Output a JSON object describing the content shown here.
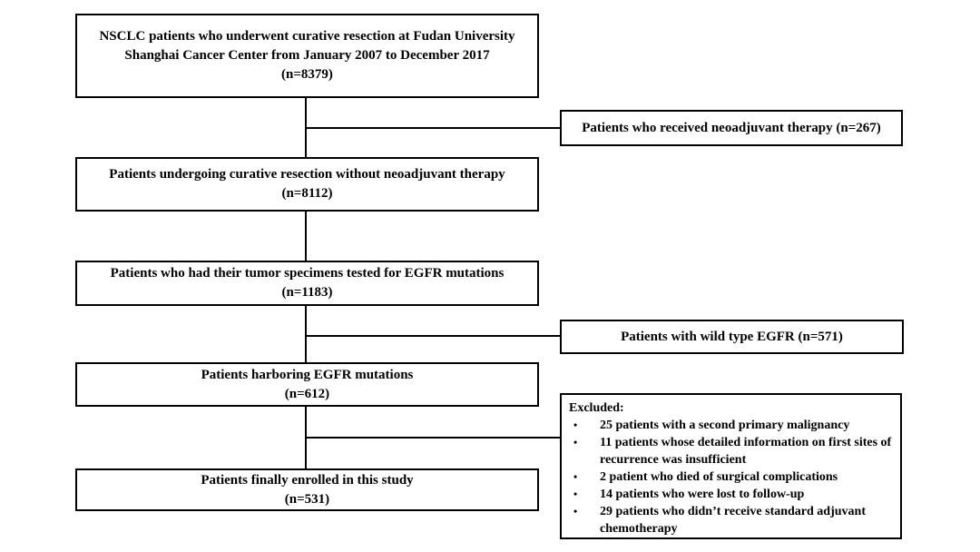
{
  "diagram": {
    "type": "flowchart",
    "colors": {
      "box_border": "#000000",
      "background": "#ffffff",
      "text": "#000000"
    },
    "boxes": {
      "population": {
        "l1": "NSCLC patients who underwent curative resection at Fudan University",
        "l2": "Shanghai Cancer Center from January 2007 to December 2017",
        "n": "(n=8379)"
      },
      "neoadjuvant": {
        "label": "Patients who received neoadjuvant therapy (n=267)"
      },
      "no_neoadjuvant": {
        "l1": "Patients undergoing curative resection without neoadjuvant therapy",
        "n": "(n=8112)"
      },
      "egfr_tested": {
        "l1": "Patients who had their tumor specimens tested for EGFR mutations",
        "n": "(n=1183)"
      },
      "wild_type": {
        "label": "Patients with wild type EGFR (n=571)"
      },
      "egfr_mutations": {
        "l1": "Patients harboring EGFR mutations",
        "n": "(n=612)"
      },
      "excluded": {
        "title": "Excluded:",
        "bullet": "•",
        "items": [
          "25 patients with a second primary malignancy",
          "11 patients whose detailed information on first sites of recurrence was insufficient",
          "2 patient who died of surgical complications",
          "14 patients who were lost to follow-up",
          "29 patients who didn’t receive standard adjuvant chemotherapy"
        ]
      },
      "enrolled": {
        "l1": "Patients finally enrolled in this study",
        "n": "(n=531)"
      }
    }
  }
}
